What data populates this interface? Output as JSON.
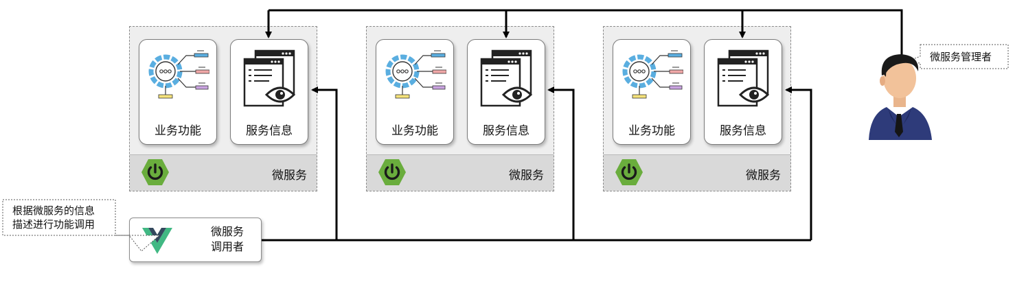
{
  "microservices": [
    {
      "card_business": "业务功能",
      "card_info": "服务信息",
      "footer_label": "微服务"
    },
    {
      "card_business": "业务功能",
      "card_info": "服务信息",
      "footer_label": "微服务"
    },
    {
      "card_business": "业务功能",
      "card_info": "服务信息",
      "footer_label": "微服务"
    }
  ],
  "caller": {
    "line1": "微服务",
    "line2": "调用者"
  },
  "caller_note": {
    "line1": "根据微服务的信息",
    "line2": "描述进行功能调用"
  },
  "manager_note": "微服务管理者",
  "colors": {
    "spring_green": "#6aad3d",
    "vue_green": "#41b883",
    "vue_dark": "#34495e",
    "icon_blue": "#5aaee0"
  },
  "icons": [
    "business-function-icon",
    "service-info-icon",
    "spring-power-icon",
    "vue-logo-icon",
    "manager-person-icon"
  ]
}
